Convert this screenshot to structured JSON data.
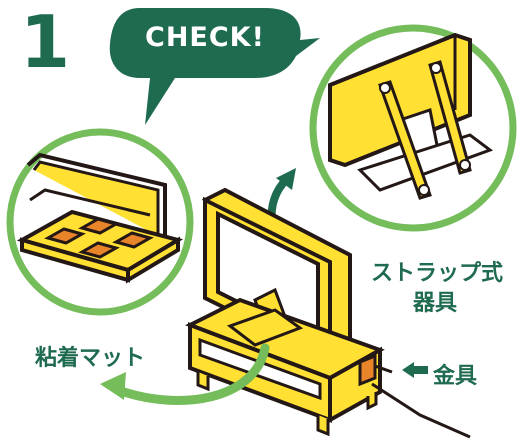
{
  "step_number": "1",
  "callout": {
    "text": "CHECK!"
  },
  "labels": {
    "adhesive_mat": "粘着マット",
    "strap_fixture_line1": "ストラップ式",
    "strap_fixture_line2": "器具",
    "bracket": "金具"
  },
  "colors": {
    "green_dark": "#1f6b50",
    "green_light": "#74bd5a",
    "yellow": "#ffe033",
    "orange": "#e8842a",
    "outline": "#231815",
    "white": "#ffffff"
  }
}
